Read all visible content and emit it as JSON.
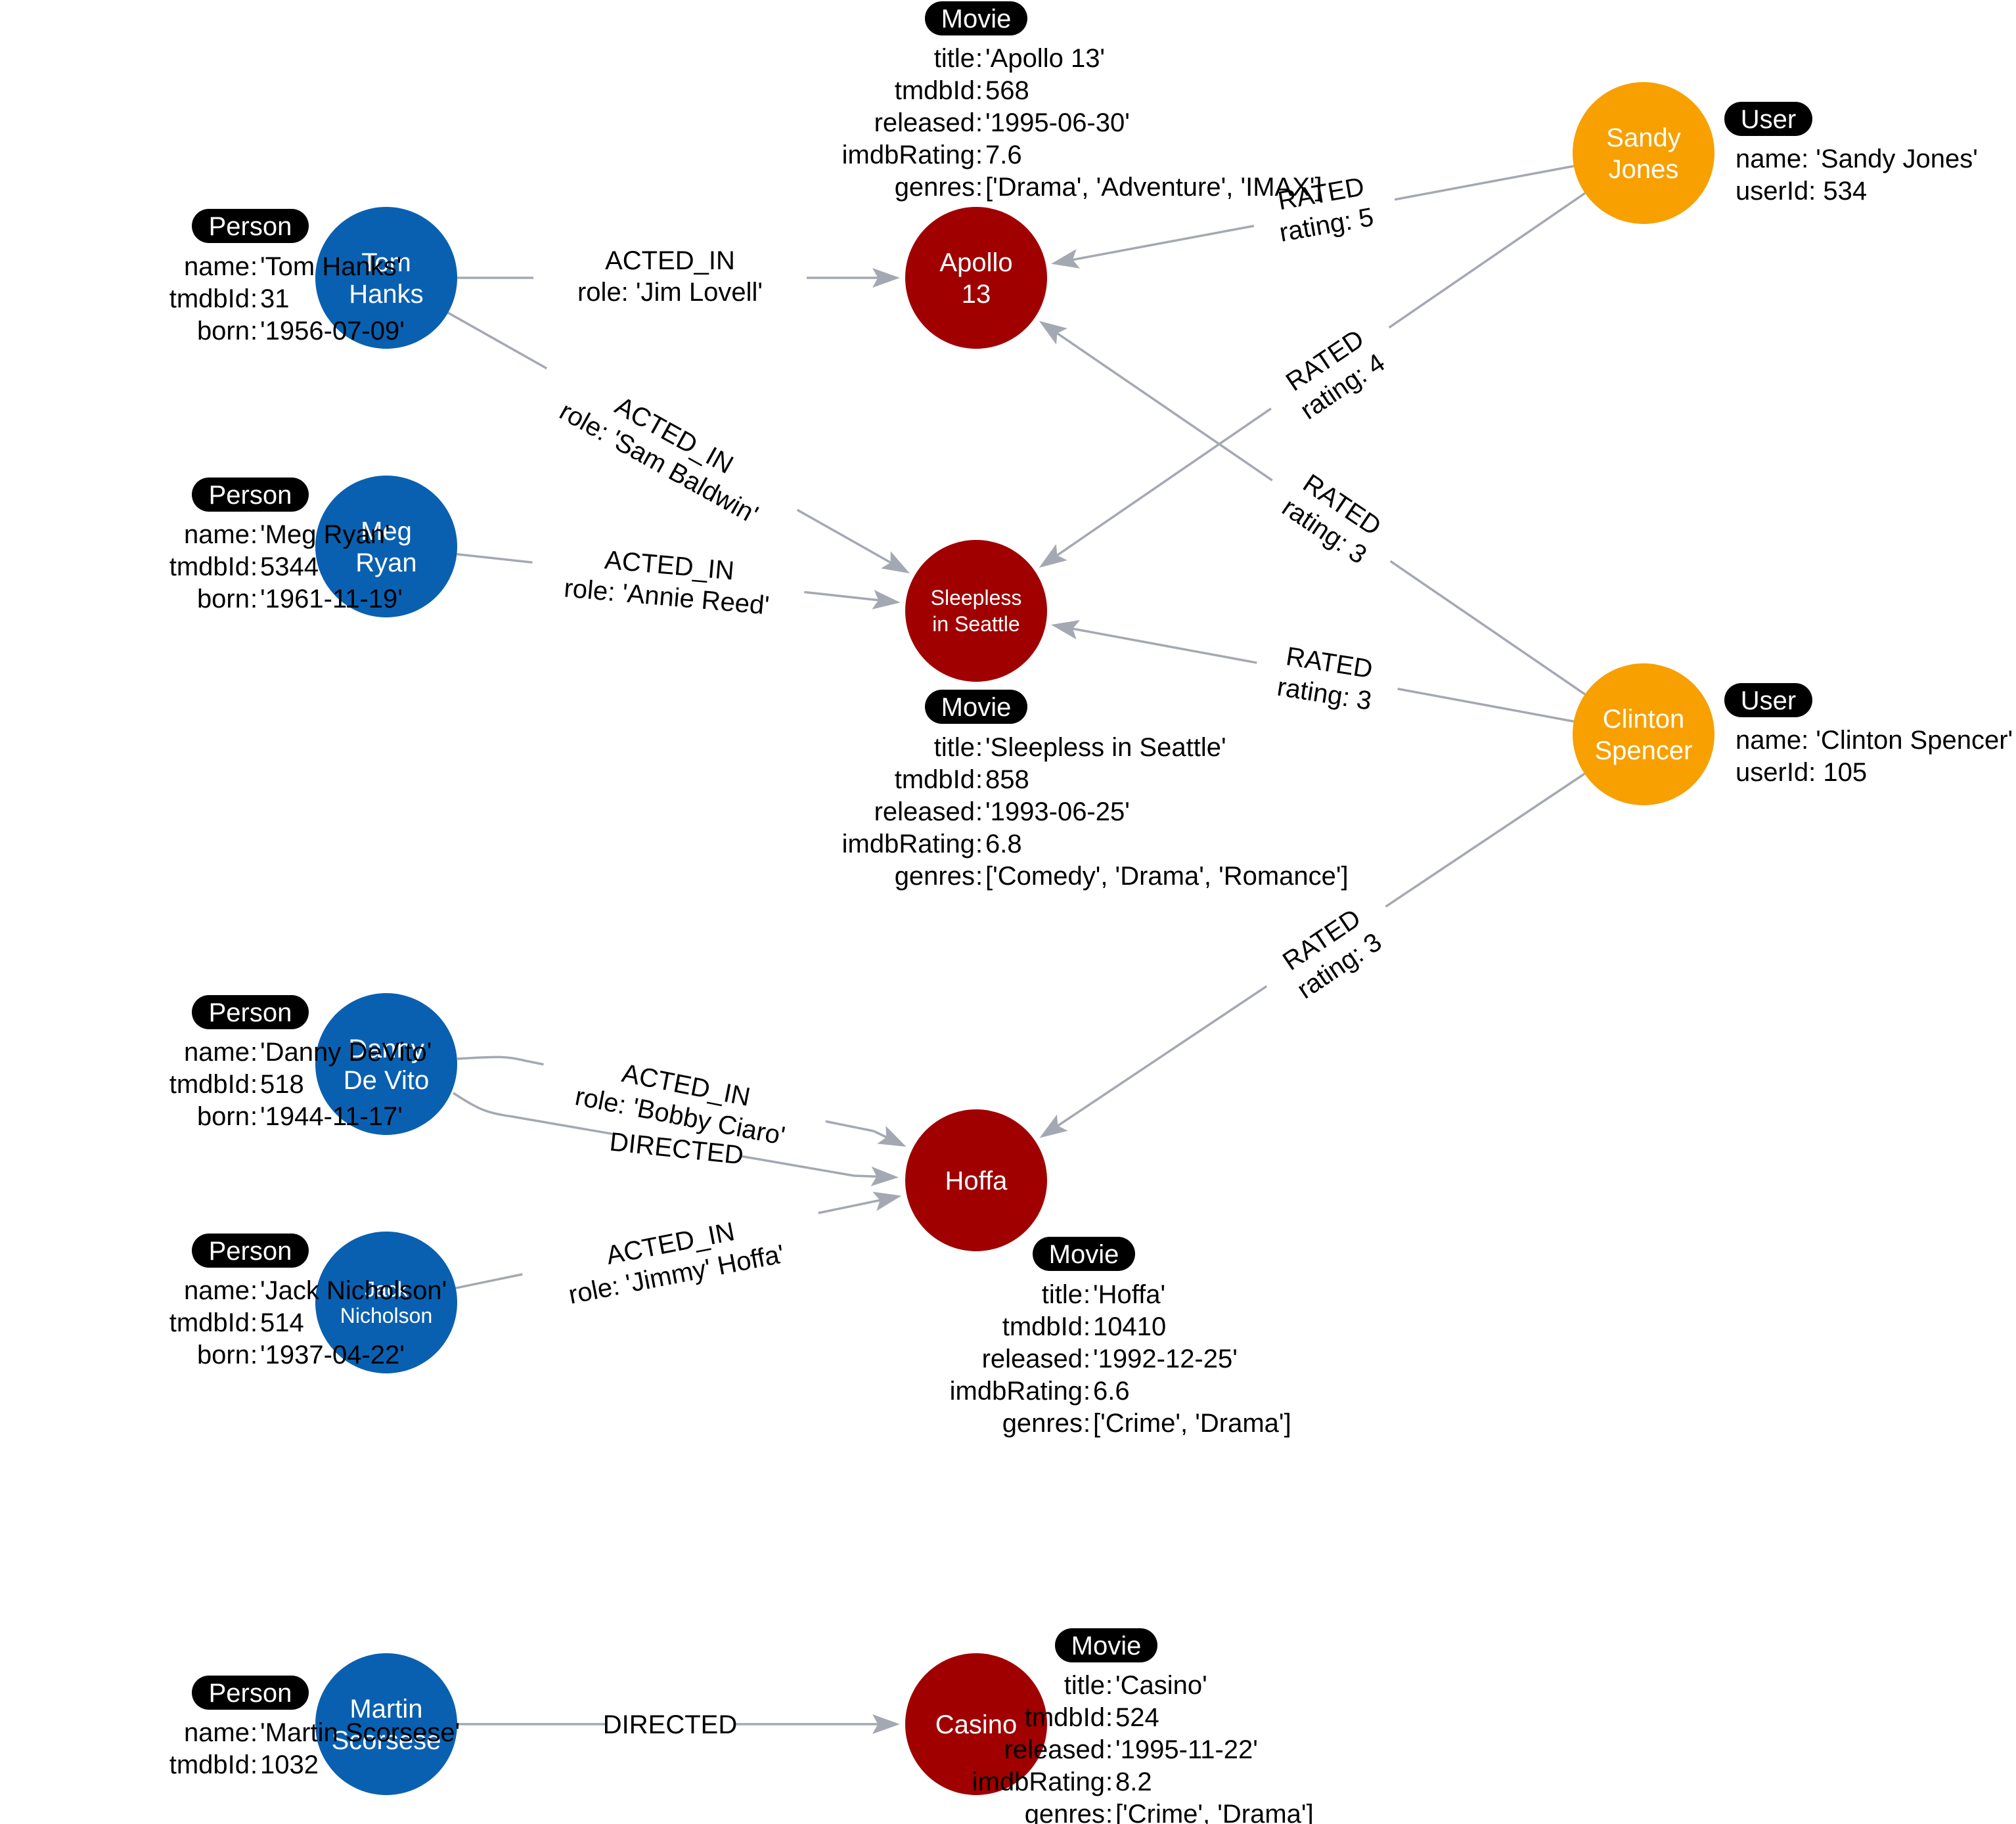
{
  "colors": {
    "person": "#0a60b0",
    "movie": "#a00000",
    "user": "#f7a000",
    "edge": "#a4a8b2",
    "pill": "#000000"
  },
  "nodes": [
    {
      "id": "tom_hanks",
      "type": "person",
      "lines": [
        "Tom",
        "Hanks"
      ],
      "label": "Person",
      "props": [
        [
          "name",
          "'Tom Hanks'"
        ],
        [
          "tmdbId",
          "31"
        ],
        [
          "born",
          "'1956-07-09'"
        ]
      ]
    },
    {
      "id": "meg_ryan",
      "type": "person",
      "lines": [
        "Meg",
        "Ryan"
      ],
      "label": "Person",
      "props": [
        [
          "name",
          "'Meg Ryan'"
        ],
        [
          "tmdbId",
          "5344"
        ],
        [
          "born",
          "'1961-11-19'"
        ]
      ]
    },
    {
      "id": "danny_devito",
      "type": "person",
      "lines": [
        "Danny",
        "De Vito"
      ],
      "label": "Person",
      "props": [
        [
          "name",
          "'Danny DeVito'"
        ],
        [
          "tmdbId",
          "518"
        ],
        [
          "born",
          "'1944-11-17'"
        ]
      ]
    },
    {
      "id": "jack_nicholson",
      "type": "person",
      "lines": [
        "Jack",
        "Nicholson"
      ],
      "label": "Person",
      "props": [
        [
          "name",
          "'Jack Nicholson'"
        ],
        [
          "tmdbId",
          "514"
        ],
        [
          "born",
          "'1937-04-22'"
        ]
      ]
    },
    {
      "id": "martin_scorsese",
      "type": "person",
      "lines": [
        "Martin",
        "Scorsese"
      ],
      "label": "Person",
      "props": [
        [
          "name",
          "'Martin Scorsese'"
        ],
        [
          "tmdbId",
          "1032"
        ]
      ]
    },
    {
      "id": "apollo13",
      "type": "movie",
      "lines": [
        "Apollo",
        "13"
      ],
      "label": "Movie",
      "props": [
        [
          "title",
          "'Apollo 13'"
        ],
        [
          "tmdbId",
          "568"
        ],
        [
          "released",
          "'1995-06-30'"
        ],
        [
          "imdbRating",
          "7.6"
        ],
        [
          "genres",
          "['Drama', 'Adventure', 'IMAX']"
        ]
      ]
    },
    {
      "id": "sleepless",
      "type": "movie",
      "lines": [
        "Sleepless",
        "in Seattle"
      ],
      "label": "Movie",
      "props": [
        [
          "title",
          "'Sleepless in Seattle'"
        ],
        [
          "tmdbId",
          "858"
        ],
        [
          "released",
          "'1993-06-25'"
        ],
        [
          "imdbRating",
          "6.8"
        ],
        [
          "genres",
          "['Comedy', 'Drama', 'Romance']"
        ]
      ]
    },
    {
      "id": "hoffa",
      "type": "movie",
      "lines": [
        "Hoffa"
      ],
      "label": "Movie",
      "props": [
        [
          "title",
          "'Hoffa'"
        ],
        [
          "tmdbId",
          "10410"
        ],
        [
          "released",
          "'1992-12-25'"
        ],
        [
          "imdbRating",
          "6.6"
        ],
        [
          "genres",
          "['Crime', 'Drama']"
        ]
      ]
    },
    {
      "id": "casino",
      "type": "movie",
      "lines": [
        "Casino"
      ],
      "label": "Movie",
      "props": [
        [
          "title",
          "'Casino'"
        ],
        [
          "tmdbId",
          "524"
        ],
        [
          "released",
          "'1995-11-22'"
        ],
        [
          "imdbRating",
          "8.2"
        ],
        [
          "genres",
          "['Crime', 'Drama']"
        ]
      ]
    },
    {
      "id": "sandy_jones",
      "type": "user",
      "lines": [
        "Sandy",
        "Jones"
      ],
      "label": "User",
      "props": [
        [
          "name",
          "'Sandy Jones'"
        ],
        [
          "userId",
          "534"
        ]
      ]
    },
    {
      "id": "clinton_spencer",
      "type": "user",
      "lines": [
        "Clinton",
        "Spencer"
      ],
      "label": "User",
      "props": [
        [
          "name",
          "'Clinton Spencer'"
        ],
        [
          "userId",
          "105"
        ]
      ]
    }
  ],
  "edges": [
    {
      "id": "e1",
      "from": "tom_hanks",
      "to": "apollo13",
      "type": "ACTED_IN",
      "prop": "role: 'Jim Lovell'"
    },
    {
      "id": "e2",
      "from": "tom_hanks",
      "to": "sleepless",
      "type": "ACTED_IN",
      "prop": "role: 'Sam Baldwin'"
    },
    {
      "id": "e3",
      "from": "meg_ryan",
      "to": "sleepless",
      "type": "ACTED_IN",
      "prop": "role: 'Annie Reed'"
    },
    {
      "id": "e4",
      "from": "danny_devito",
      "to": "hoffa",
      "type": "ACTED_IN",
      "prop": "role: 'Bobby Ciaro'"
    },
    {
      "id": "e5",
      "from": "danny_devito",
      "to": "hoffa",
      "type": "DIRECTED",
      "prop": ""
    },
    {
      "id": "e6",
      "from": "jack_nicholson",
      "to": "hoffa",
      "type": "ACTED_IN",
      "prop": "role: 'Jimmy' Hoffa'"
    },
    {
      "id": "e7",
      "from": "martin_scorsese",
      "to": "casino",
      "type": "DIRECTED",
      "prop": ""
    },
    {
      "id": "e8",
      "from": "sandy_jones",
      "to": "apollo13",
      "type": "RATED",
      "prop": "rating: 5"
    },
    {
      "id": "e9",
      "from": "sandy_jones",
      "to": "sleepless",
      "type": "RATED",
      "prop": "rating: 4"
    },
    {
      "id": "e10",
      "from": "clinton_spencer",
      "to": "apollo13",
      "type": "RATED",
      "prop": "rating: 3"
    },
    {
      "id": "e11",
      "from": "clinton_spencer",
      "to": "sleepless",
      "type": "RATED",
      "prop": "rating: 3"
    },
    {
      "id": "e12",
      "from": "clinton_spencer",
      "to": "hoffa",
      "type": "RATED",
      "prop": "rating: 3"
    }
  ]
}
